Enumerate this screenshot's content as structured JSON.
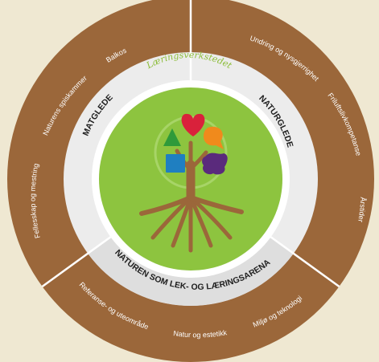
{
  "brand": "Læringsverkstedet",
  "middle_ring": {
    "left": "MATGLEDE",
    "right": "NATURGLEDE",
    "bottom": "NATUREN SOM LEK- OG LÆRINGSARENA"
  },
  "outer_ring": {
    "left": [
      "Fellesskap og mestring",
      "Naturens spiskammer",
      "Balkos"
    ],
    "right": [
      "Undring og nysgjerrighet",
      "Friluftslivkompetanse",
      "Årstider"
    ],
    "bottom": [
      "Referanse- og uteområde",
      "Natur og estetikk",
      "Miljø og teknologi"
    ]
  },
  "colors": {
    "background": "#efe8d2",
    "outer_ring": "#9b673a",
    "middle_ring": "#ececec",
    "middle_ring_bottom": "#dedede",
    "center": "#8dc43f",
    "tree": "#9b673a",
    "heart": "#d9213b",
    "triangle": "#2f9a3a",
    "square": "#1f7fc1",
    "speech_bubble": "#f08a1c",
    "blob": "#5a2a7c"
  },
  "icons": [
    "tree-icon",
    "heart-icon",
    "triangle-icon",
    "square-icon",
    "speech-bubble-icon",
    "blob-icon"
  ]
}
